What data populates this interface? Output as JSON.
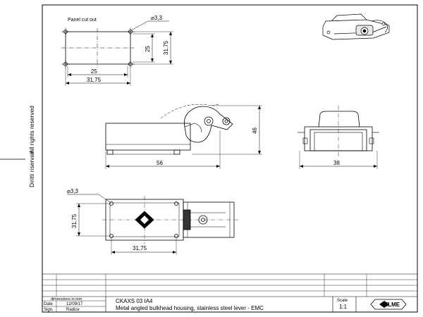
{
  "side_text": {
    "rights_reserved": "All rights reserved",
    "diritti_riservati": "Diritti riservati"
  },
  "panel_cutout": {
    "label": "Panel cut out",
    "hole_diameter": "⌀3,3",
    "dim_height_inner": "25",
    "dim_height_outer": "31,75",
    "dim_width_inner": "25",
    "dim_width_outer": "31,75"
  },
  "side_view": {
    "dim_length": "56",
    "dim_height": "46"
  },
  "end_view": {
    "dim_width": "38"
  },
  "top_view": {
    "hole_diameter": "⌀3,3",
    "dim_height": "31,75",
    "dim_width": "31,75"
  },
  "title_block": {
    "dimensions_note": "dimensions in mm",
    "date_label": "Date",
    "date_value": "12/09/17",
    "sign_label": "Sign.",
    "sign_value": "Radice",
    "part_code": "CKAXS 03 IA4",
    "description": "Metal angled bulkhead housing, stainless steel lever - EMC",
    "scale_label": "Scale",
    "scale_value": "1:1",
    "logo_text": "ILME"
  }
}
